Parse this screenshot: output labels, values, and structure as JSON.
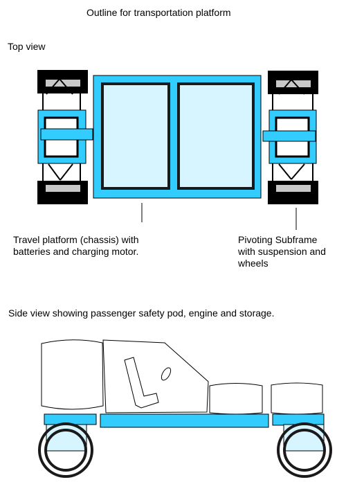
{
  "title": "Outline for transportation platform",
  "top_view_label": "Top view",
  "chassis_caption": "Travel platform (chassis) with\nbatteries and charging motor.",
  "subframe_caption": "Pivoting Subframe\nwith suspension and\nwheels",
  "side_view_label": "Side view showing passenger safety pod, engine and storage.",
  "colors": {
    "platform_blue": "#33CCFF",
    "window_fill": "#D6F5FF",
    "wheel_black": "#000000",
    "wheel_slot_gray": "#C8C8C8",
    "outline": "#000000"
  }
}
